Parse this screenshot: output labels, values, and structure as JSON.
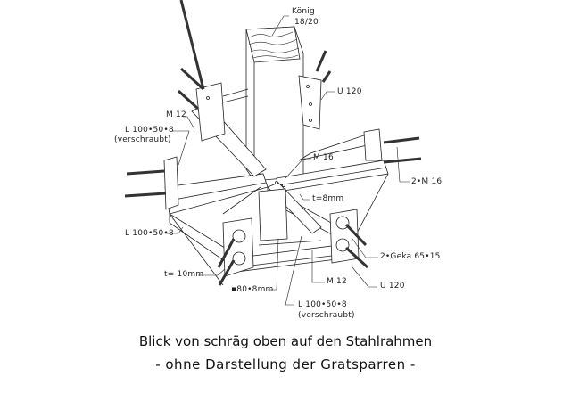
{
  "labels": {
    "post": "König",
    "post_size": "18/20",
    "u120_top": "U 120",
    "m12_left": "M 12",
    "angle_top": "L 100•50•8",
    "angle_top_note": "(verschraubt)",
    "m16": "M 16",
    "two_m16": "2•M 16",
    "t8": "t=8mm",
    "angle_left": "L 100•50•8",
    "geka": "2•Geka  65•15",
    "t10": "t= 10mm",
    "m12_bottom": "M 12",
    "u120_bottom": "U 120",
    "square_plate": "▪80•8mm",
    "angle_bottom": "L 100•50•8",
    "angle_bottom_note": "(verschraubt)"
  },
  "caption": {
    "line1": "Blick von schräg oben auf den Stahlrahmen",
    "line2": "- ohne Darstellung der Gratsparren -"
  }
}
